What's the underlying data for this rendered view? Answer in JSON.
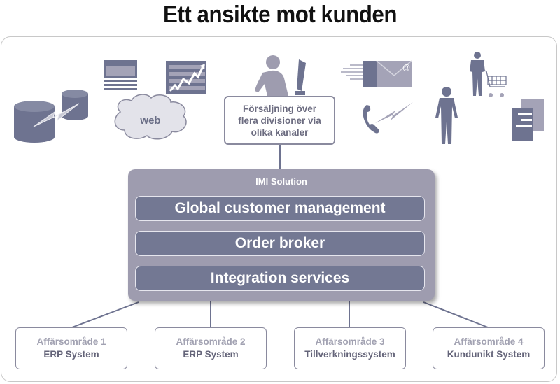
{
  "title": "Ett ansikte mot kunden",
  "channels": {
    "callout_lines": [
      "Försäljning över",
      "flera divisioner via",
      "olika kanaler"
    ],
    "icons": [
      {
        "name": "database-icon"
      },
      {
        "name": "web-page-icon"
      },
      {
        "name": "chart-icon"
      },
      {
        "name": "web-cloud-icon",
        "label": "web"
      },
      {
        "name": "salesperson-icon"
      },
      {
        "name": "email-icon"
      },
      {
        "name": "phone-icon"
      },
      {
        "name": "person-icon"
      },
      {
        "name": "shopper-cart-icon"
      },
      {
        "name": "documents-icon"
      }
    ]
  },
  "imi": {
    "label": "IMI Solution",
    "layers": [
      "Global customer management",
      "Order broker",
      "Integration services"
    ]
  },
  "systems": [
    {
      "area": "Affärsområde 1",
      "system": "ERP System"
    },
    {
      "area": "Affärsområde 2",
      "system": "ERP System"
    },
    {
      "area": "Affärsområde 3",
      "system": "Tillverkningssystem"
    },
    {
      "area": "Affärsområde 4",
      "system": "Kundunikt System"
    }
  ],
  "colors": {
    "icon": "#6e7390",
    "icon_light": "#a4a3b7",
    "layer": "#737893",
    "imi_box": "#9e9caf",
    "border": "#8a8a9e"
  }
}
